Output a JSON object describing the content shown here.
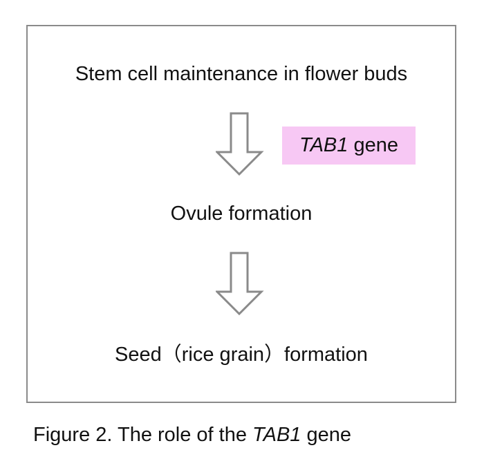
{
  "diagram": {
    "steps": [
      "Stem cell maintenance in flower buds",
      "Ovule formation",
      "Seed（rice grain）formation"
    ],
    "gene_label": {
      "name": "TAB1",
      "suffix": " gene",
      "highlight_color": "#f7c8f4"
    },
    "arrow_color": "#8a8a8a"
  },
  "caption": {
    "prefix": "Figure 2. The role of the ",
    "gene": "TAB1",
    "suffix": " gene"
  }
}
